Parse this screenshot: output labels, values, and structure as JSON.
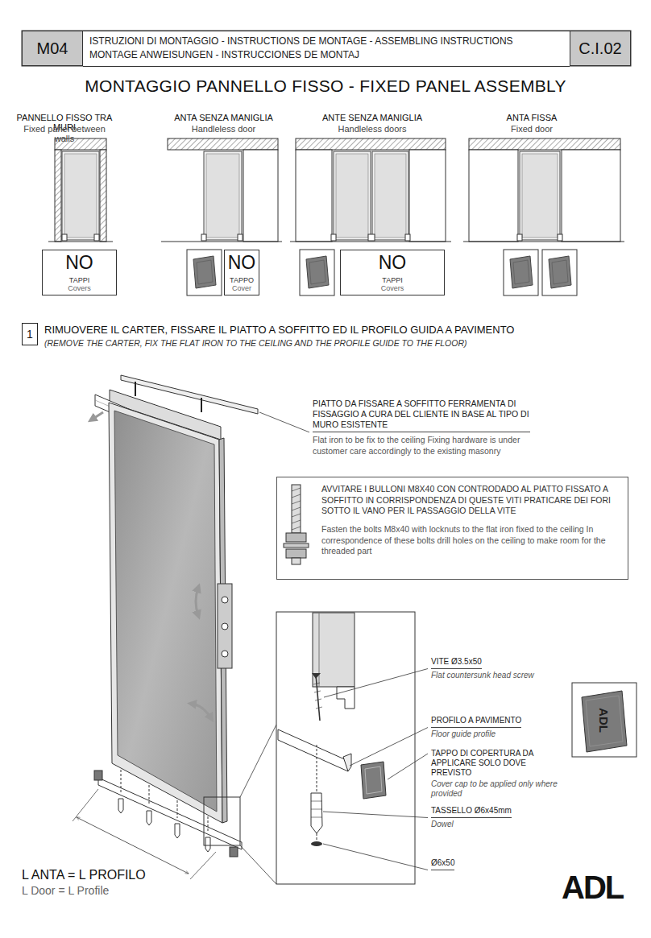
{
  "diagram": {
    "title": "MONTAGGIO PANNELLO FISSO - FIXED PANEL ASSEMBLY",
    "nodes": [
      {
        "text": [
          "M04"
        ]
      },
      {
        "text": [
          "ISTRUZIONI DI MONTAGGIO - INSTRUCTIONS DE MONTAGE - ASSEMBLING INSTRUCTIONS MONTAGE ANWEISUNGEN - INSTRUCCIONES DE MONTAJ"
        ]
      },
      {
        "text": [
          "C.I.02"
        ]
      },
      {
        "text": [
          "NO",
          "TAPPI",
          "Covers"
        ]
      },
      {
        "text": [
          "NO",
          "TAPPO",
          "Cover"
        ]
      },
      {
        "text": [
          "NO",
          "TAPPI",
          "Covers"
        ]
      },
      {
        "text": [
          "1"
        ]
      },
      {
        "text": [
          "AVVITARE I BULLONI M8X40 CON CONTRODADO AL PIATTO FISSATO A SOFFITTO IN CORRISPONDENZA DI QUESTE VITI PRATICARE DEI FORI SOTTO IL VANO PER IL PASSAGGIO DELLA VITE",
          "Fasten the bolts M8x40 with locknuts to the flat iron fixed to the ceiling In correspondence of these bolts drill holes on the ceiling to make room for the threaded part"
        ]
      }
    ],
    "labels": [
      "PANNELLO FISSO TRA MURI",
      "Fixed panel between walls",
      "ANTA SENZA MANIGLIA",
      "Handleless door",
      "ANTE SENZA MANIGLIA",
      "Handleless doors",
      "ANTA FISSA",
      "Fixed door",
      "RIMUOVERE IL CARTER, FISSARE IL PIATTO A SOFFITTO ED IL PROFILO GUIDA A PAVIMENTO",
      "(REMOVE THE CARTER, FIX THE FLAT IRON TO THE CEILING AND THE PROFILE GUIDE TO THE FLOOR)",
      "PIATTO DA FISSARE A SOFFITTO FERRAMENTA DI FISSAGGIO A CURA DEL CLIENTE IN BASE AL TIPO DI MURO ESISTENTE",
      "Flat iron to be fix to the ceiling Fixing hardware is under customer care accordingly to the existing masonry",
      "VITE Ø3.5x50",
      "Flat countersunk head screw",
      "PROFILO A PAVIMENTO",
      "Floor guide profile",
      "TAPPO DI COPERTURA DA APPLICARE SOLO DOVE PREVISTO",
      "Cover cap to be applied only where provided",
      "TASSELLO Ø6x45mm",
      "Dowel",
      "Ø6x50",
      "L ANTA = L PROFILO",
      "L Door = L Profile",
      "ADL",
      "ADL"
    ]
  }
}
